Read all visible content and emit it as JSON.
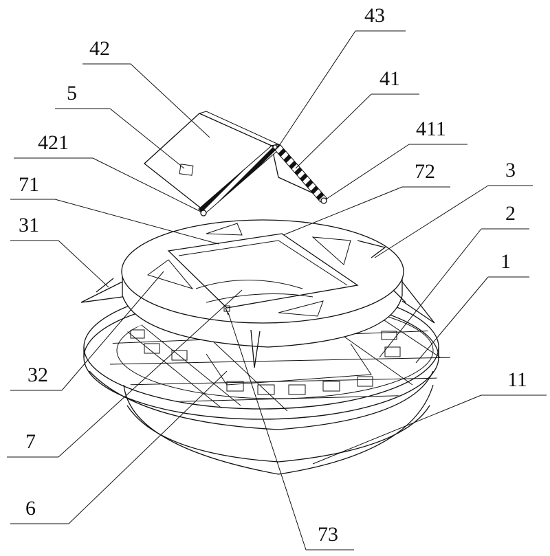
{
  "labels": {
    "l43": "43",
    "l42": "42",
    "l41": "41",
    "l5": "5",
    "l411": "411",
    "l421": "421",
    "l3": "3",
    "l72": "72",
    "l71": "71",
    "l31": "31",
    "l2": "2",
    "l1": "1",
    "l11": "11",
    "l32": "32",
    "l7": "7",
    "l6": "6",
    "l73": "73"
  }
}
